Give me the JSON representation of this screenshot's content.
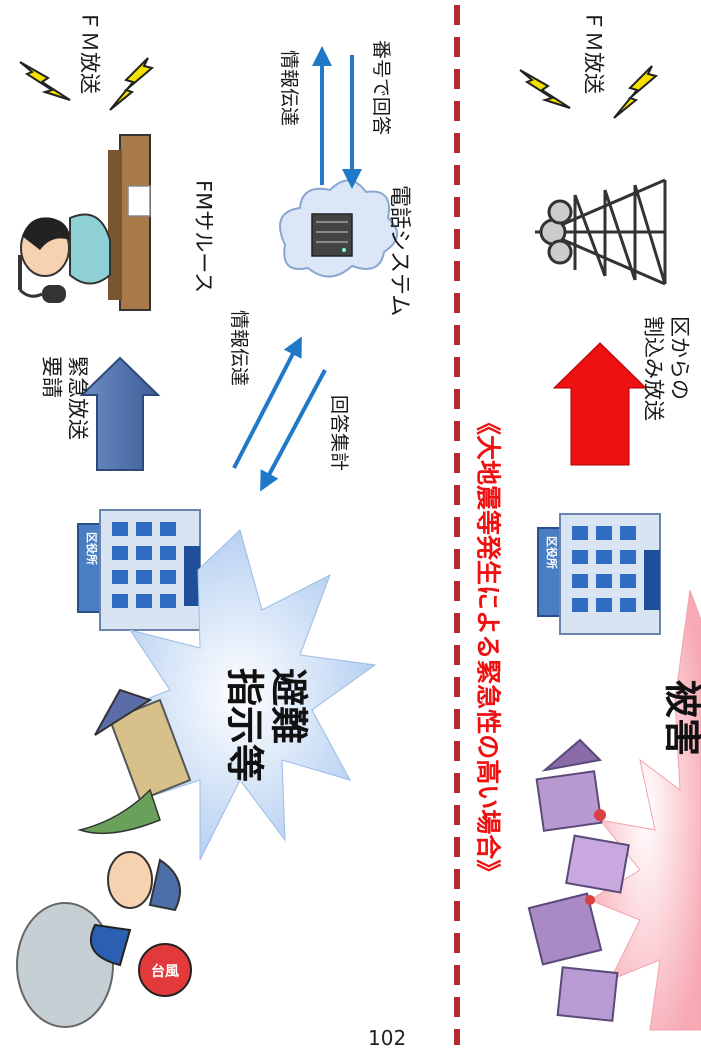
{
  "fm_broadcast_label": "ＦＭ放送",
  "fm_sarusu_label": "FMサルース",
  "request_label": "緊急放送\n要請",
  "info_transfer_label": "情報伝達",
  "answer_by_number_label": "番号で回答",
  "phone_system_label": "電話システム",
  "tally_label": "回答集計",
  "ward_office_sign": "区役所",
  "evacuation_label": "避難\n指示等",
  "emergency_banner": "《大地震等発生による緊急性の高い場合》",
  "ward_broadcast_label": "区からの\n割込み放送",
  "damage_label": "被害",
  "page_number": "102",
  "colors": {
    "blue_arrow": "#4f6fa8",
    "red_arrow": "#ee1111",
    "divider": "#b52b2b",
    "line_arrow": "#1f78c8",
    "banner_text": "#ee1111"
  }
}
